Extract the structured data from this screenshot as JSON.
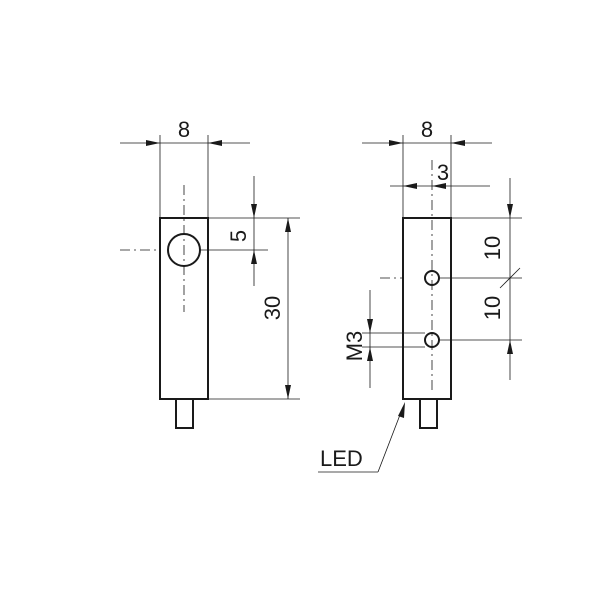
{
  "dimensions": {
    "left_width": "8",
    "left_hole_offset": "5",
    "left_length": "30",
    "right_width": "8",
    "right_hole_offset": "3",
    "right_upper_pitch": "10",
    "right_lower_pitch": "10",
    "thread": "M3"
  },
  "callouts": {
    "led": "LED"
  }
}
